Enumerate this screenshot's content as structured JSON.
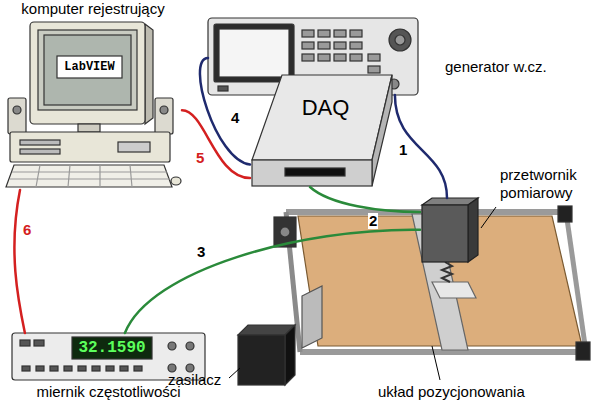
{
  "diagram": {
    "nodes": [
      {
        "text": [
          "komputer rejestrujący",
          "LabVIEW"
        ]
      },
      {
        "text": [
          "generator w.cz."
        ]
      },
      {
        "text": [
          "DAQ"
        ]
      },
      {
        "text": [
          "32.1590",
          "miernik częstotliwości"
        ]
      },
      {
        "text": [
          "przetwornik pomiarowy"
        ]
      }
    ],
    "edges": [
      {
        "from": 1,
        "to": 4,
        "label": "1",
        "arrow": "none"
      },
      {
        "from": 2,
        "to": 4,
        "label": "2",
        "arrow": "none"
      },
      {
        "from": 3,
        "to": 4,
        "label": "3",
        "arrow": "none"
      },
      {
        "from": 1,
        "to": 2,
        "label": "4",
        "arrow": "none"
      },
      {
        "from": 2,
        "to": 0,
        "label": "5",
        "arrow": "none"
      },
      {
        "from": 0,
        "to": 3,
        "label": "6",
        "arrow": "none"
      }
    ],
    "labels": [
      "zasilacz",
      "układ pozycjonowania"
    ]
  }
}
